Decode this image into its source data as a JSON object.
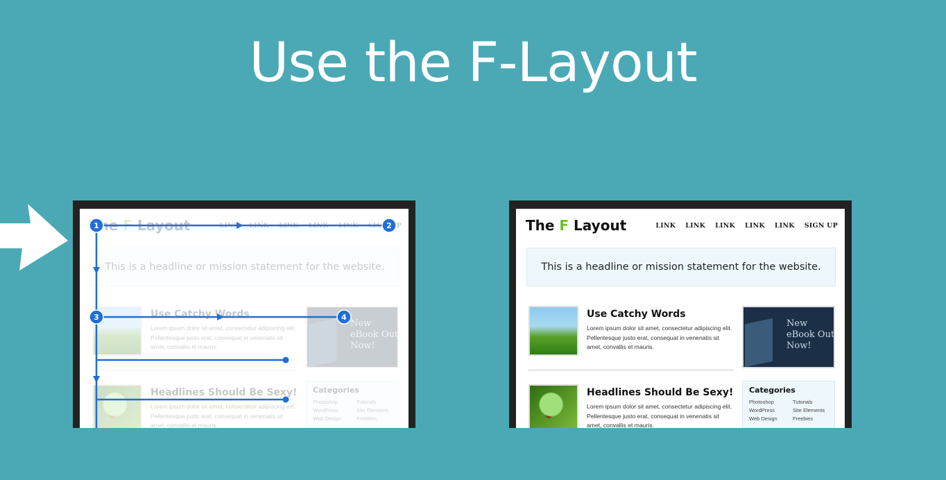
{
  "slide": {
    "title": "Use the F-Layout"
  },
  "site": {
    "logo_prefix": "The ",
    "logo_f": "F",
    "logo_suffix": " Layout",
    "nav": [
      "LINK",
      "LINK",
      "LINK",
      "LINK",
      "LINK",
      "SIGN UP"
    ],
    "headline": "This is a headline or mission statement for the website.",
    "posts": [
      {
        "title": "Use Catchy Words",
        "body": "Lorem ipsum dolor sit amet, consectetur adipiscing elit. Pellentesque justo erat, consequat in venenatis sit amet, convallis et mauris."
      },
      {
        "title": "Headlines Should Be Sexy!",
        "body": "Lorem ipsum dolor sit amet, consectetur adipiscing elit. Pellentesque justo erat, consequat in venenatis sit amet, convallis et mauris."
      }
    ],
    "ebook": "New eBook Out Now!",
    "categories": {
      "title": "Categories",
      "items": [
        "Photoshop",
        "Tutorials",
        "WordPress",
        "Site Elements",
        "Web Design",
        "Freebies"
      ]
    }
  },
  "overlay": {
    "markers": [
      "1",
      "2",
      "3",
      "4"
    ],
    "color": "#1f6fd6"
  },
  "colors": {
    "background": "#4aa9b5",
    "accent_f": "#6fbf2a"
  }
}
